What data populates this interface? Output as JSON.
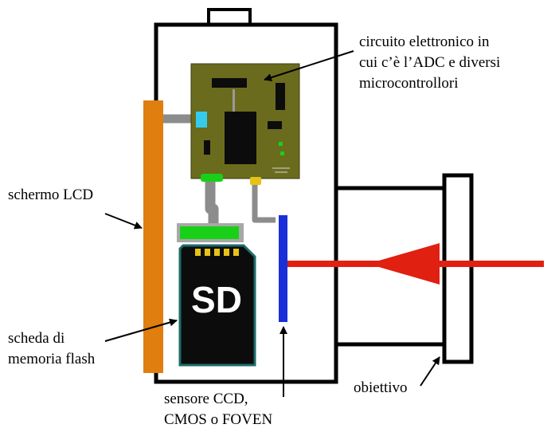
{
  "labels": {
    "circuit": "circuito elettronico in\ncui c’è l’ADC e diversi\nmicrocontrollori",
    "lcd": "schermo LCD",
    "flash": "scheda di\nmemoria flash",
    "sensor": "sensore CCD,\nCMOS o FOVEN",
    "lens": "obiettivo",
    "sd_card": "SD"
  },
  "colors": {
    "body_outline": "#000000",
    "pcb": "#6b6b1e",
    "lcd_screen": "#e07e10",
    "sensor": "#1b2fd8",
    "light_ray": "#e02010",
    "connector_green": "#18d018",
    "connector_cyan": "#33ccee",
    "cable_gray": "#8c8c8c",
    "sd_card": "#0c0c0c",
    "sd_card_border": "#1e6b6b",
    "sd_pins": "#e6c217"
  }
}
